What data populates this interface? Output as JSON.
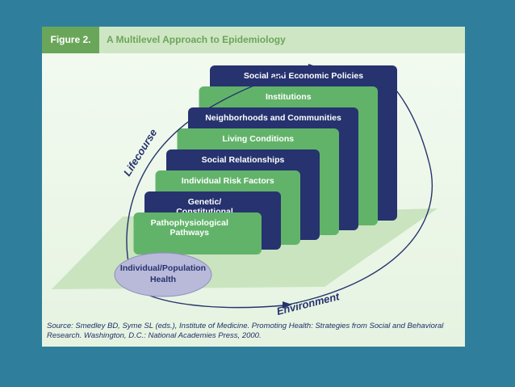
{
  "figure": {
    "number": "Figure 2.",
    "title": "A Multilevel Approach to Epidemiology"
  },
  "levels": [
    {
      "label": "Social and Economic Policies",
      "color": "#26336e"
    },
    {
      "label": "Institutions",
      "color": "#62b36a"
    },
    {
      "label": "Neighborhoods and Communities",
      "color": "#26336e"
    },
    {
      "label": "Living Conditions",
      "color": "#62b36a"
    },
    {
      "label": "Social Relationships",
      "color": "#26336e"
    },
    {
      "label": "Individual Risk Factors",
      "color": "#62b36a"
    },
    {
      "label": "Genetic/Constitutional Factors",
      "color": "#26336e"
    },
    {
      "label": "Pathophysiological Pathways",
      "color": "#62b36a"
    }
  ],
  "base": {
    "line1": "Individual/Population",
    "line2": "Health"
  },
  "arrows": {
    "lifecourse": "Lifecourse",
    "environment": "Environment"
  },
  "source": "Source: Smedley BD, Syme SL (eds.), Institute of Medicine. Promoting Health: Strategies from Social and Behavioral Research. Washington, D.C.: National Academies Press, 2000."
}
